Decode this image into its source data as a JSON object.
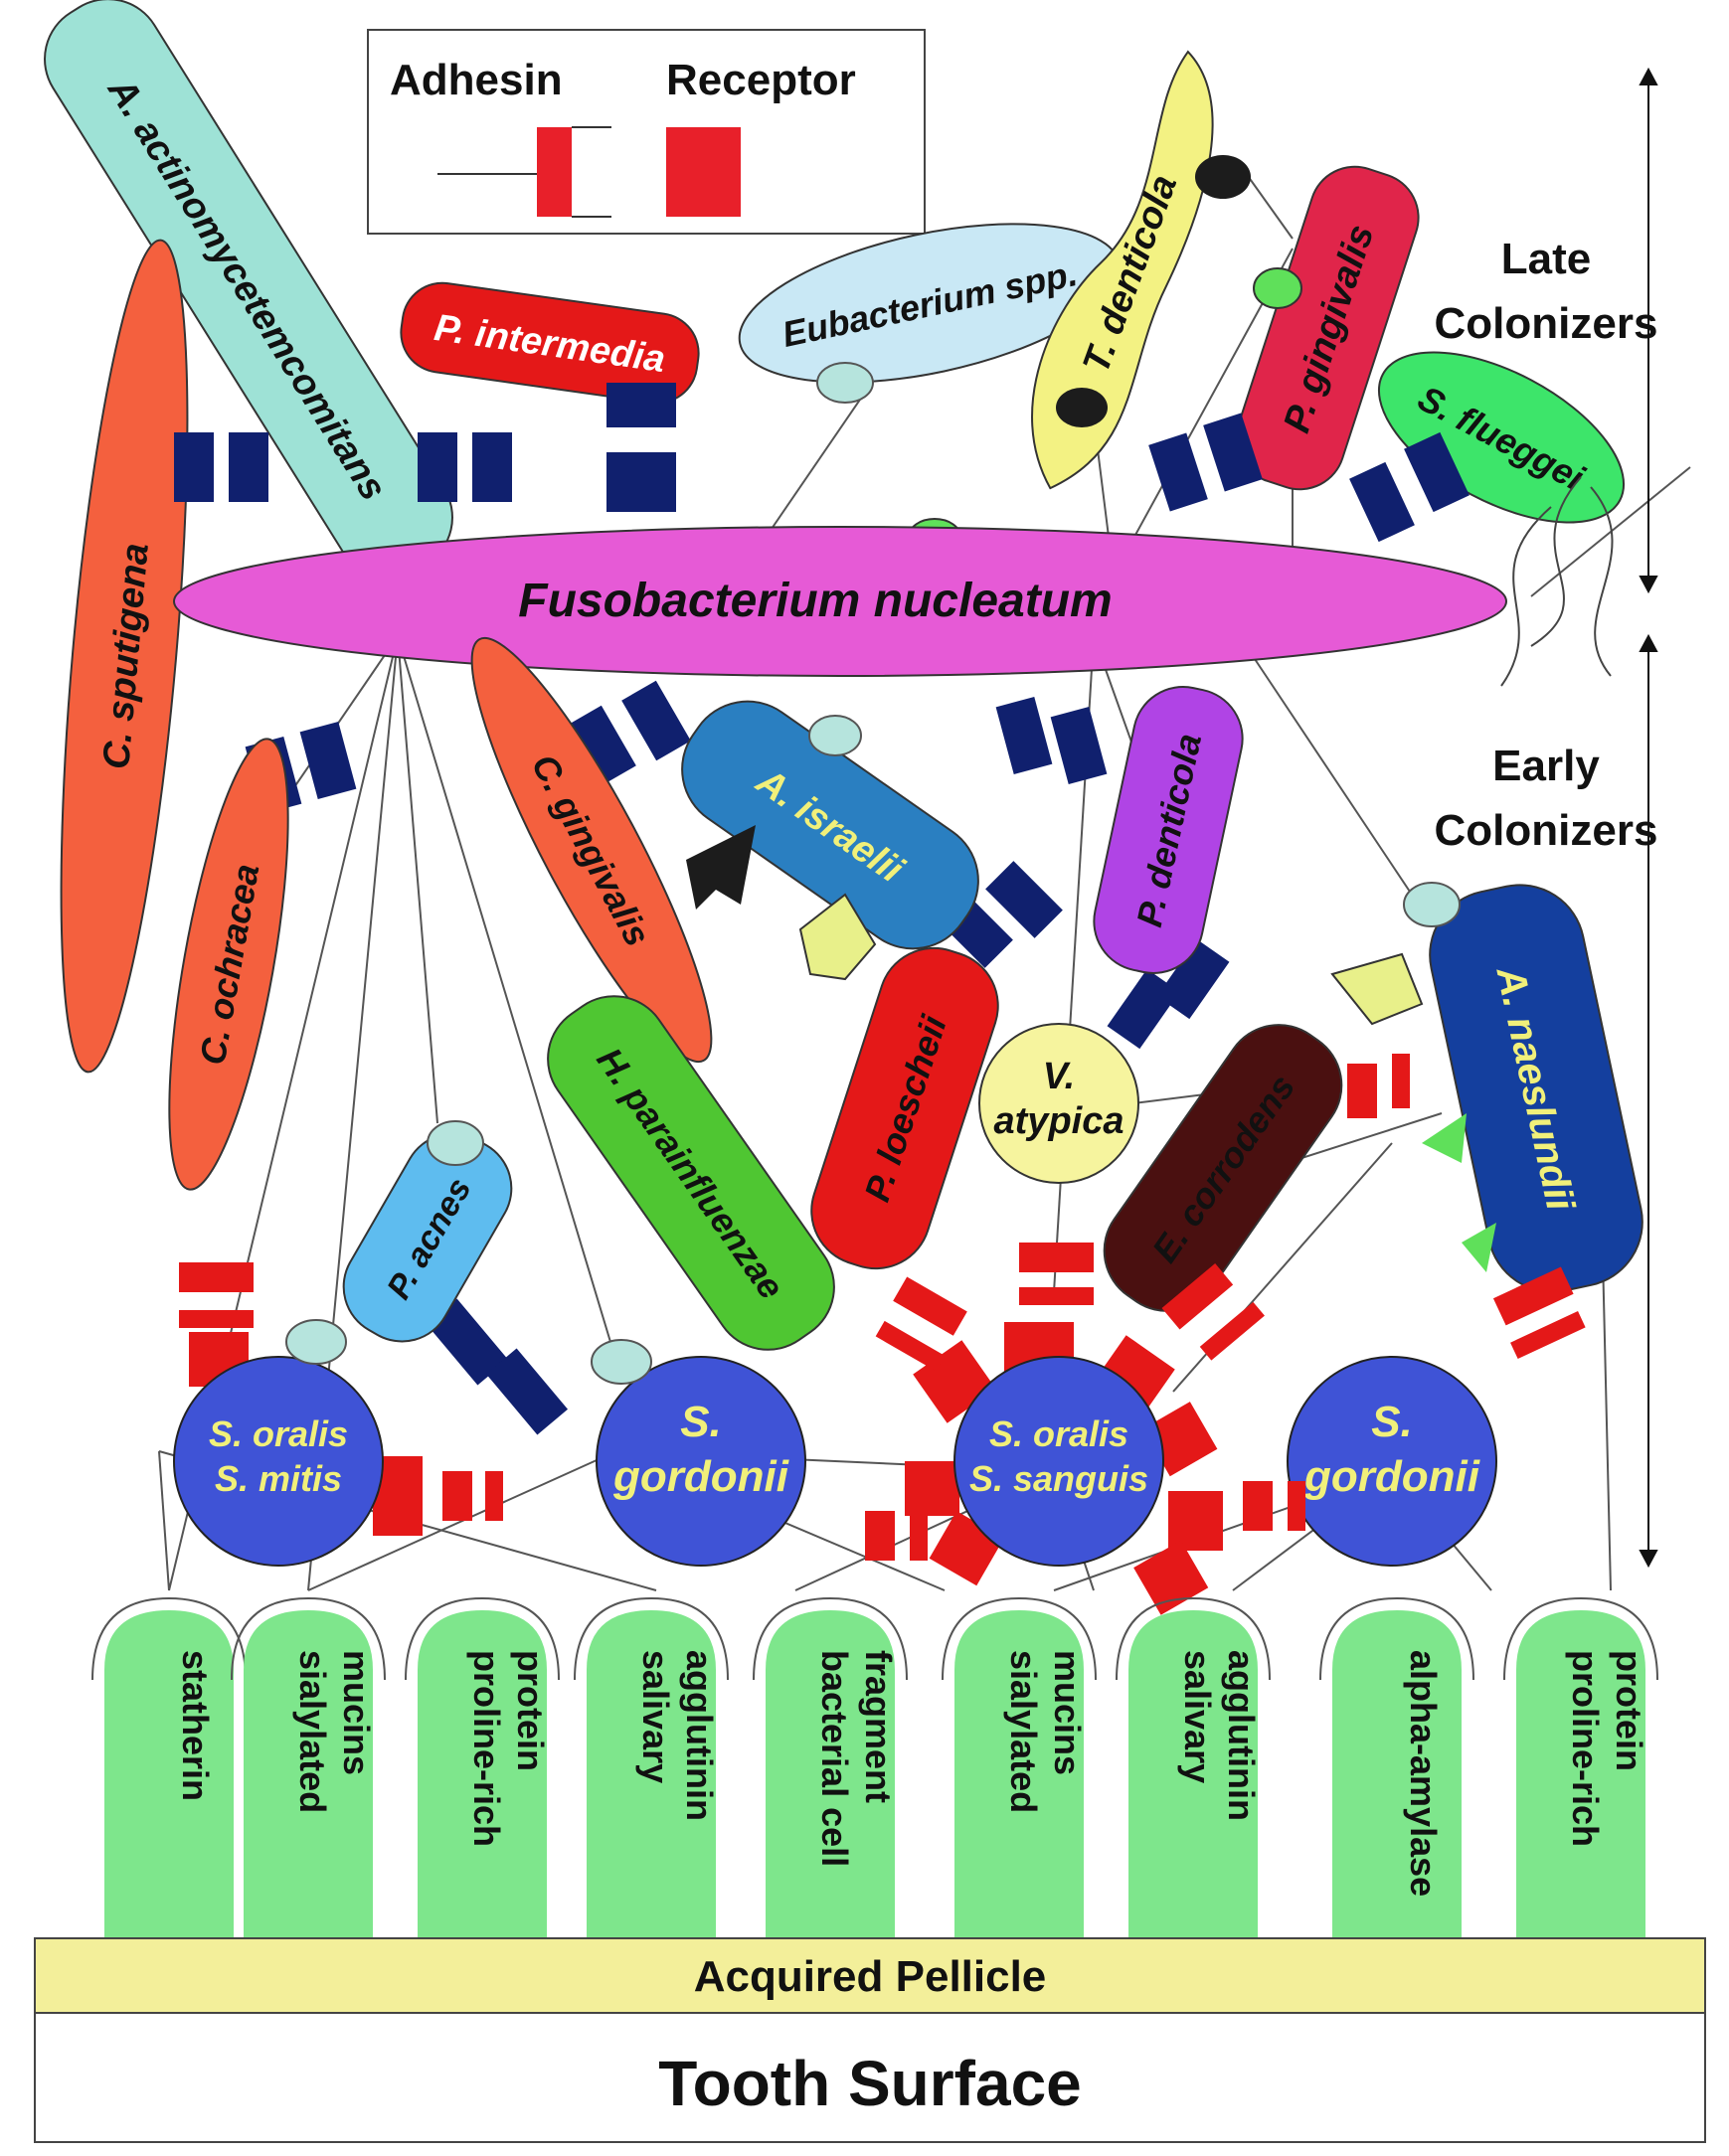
{
  "legend": {
    "adhesin": "Adhesin",
    "receptor": "Receptor"
  },
  "stages": {
    "late": [
      "Late",
      "Colonizers"
    ],
    "early": [
      "Early",
      "Colonizers"
    ]
  },
  "surface": {
    "pellicle": "Acquired Pellicle",
    "tooth": "Tooth Surface"
  },
  "receptors": [
    [
      "statherin"
    ],
    [
      "sialylated",
      "mucins"
    ],
    [
      "proline-rich",
      "protein"
    ],
    [
      "salivary",
      "agglutinin"
    ],
    [
      "bacterial cell",
      "fragment"
    ],
    [
      "sialylated",
      "mucins"
    ],
    [
      "salivary",
      "agglutinin"
    ],
    [
      "alpha-amylase"
    ],
    [
      "proline-rich",
      "protein"
    ]
  ],
  "bacteria": {
    "a_actino": "A. actinomycetemcomitans",
    "p_intermedia": "P. intermedia",
    "eubacterium": "Eubacterium spp.",
    "t_denticola": "T. denticola",
    "p_gingivalis": "P. gingivalis",
    "s_flueggei": "S. flueggei",
    "c_sputigena": "C. sputigena",
    "fusobacterium": "Fusobacterium nucleatum",
    "c_ochracea": "C. ochracea",
    "c_gingivalis": "C. gingivalis",
    "a_israelii": "A. israelii",
    "p_denticola": "P. denticola",
    "a_naeslundii": "A. naeslundii",
    "v_atypica": [
      "V.",
      "atypica"
    ],
    "e_corrodens": "E. corrodens",
    "p_loescheii": "P. loescheii",
    "h_parainfluenzae": "H. parainfluenzae",
    "p_acnes": "P. acnes",
    "s_oralis_mitis": [
      "S. oralis",
      "S. mitis"
    ],
    "s_gordonii_1": [
      "S.",
      "gordonii"
    ],
    "s_oralis_sanguis": [
      "S. oralis",
      "S. sanguis"
    ],
    "s_gordonii_2": [
      "S.",
      "gordonii"
    ]
  },
  "colors": {
    "receptor_green": "#7ee68c",
    "pellicle": "#f3ef9a",
    "fusobacterium": "#e65ad6",
    "streptococcus": "#3f53d6",
    "adhesin_red": "#e8202a",
    "adhesin_navy": "#10206e"
  }
}
